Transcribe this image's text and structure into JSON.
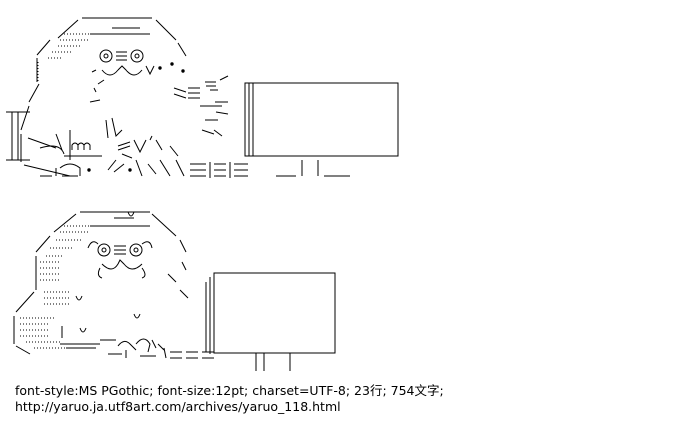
{
  "image": {
    "description_kind": "ascii-art",
    "art": {
      "top_figure": {
        "name": "frog-like character beside a monitor (upper)",
        "glyph_fragments": [
          "(◎)三(◎)",
          "(_人_)ル",
          "≧",
          "三",
          "ｨ",
          "ァ",
          "ル",
          "≦ Vﾍﾞ",
          "nnn",
          "(二)",
          "//。•ｲﾊ",
          "ﾆﾆﾆ|ﾆﾆ"
        ]
      },
      "bottom_figure": {
        "name": "frog-like character beside a monitor (lower)",
        "glyph_fragments": [
          "u",
          "(◎)三(◎)",
          "(_人_)",
          "u",
          "u",
          "|",
          "u",
          "ﾉｒ",
          "ﾆﾆﾆ"
        ]
      }
    },
    "caption": {
      "meta_line": "font-style:MS PGothic; font-size:12pt; charset=UTF-8; 23行; 754文字;",
      "url_line": "http://yaruo.ja.utf8art.com/archives/yaruo_118.html"
    },
    "colors": {
      "ink": "#000000",
      "background": "#ffffff"
    }
  }
}
